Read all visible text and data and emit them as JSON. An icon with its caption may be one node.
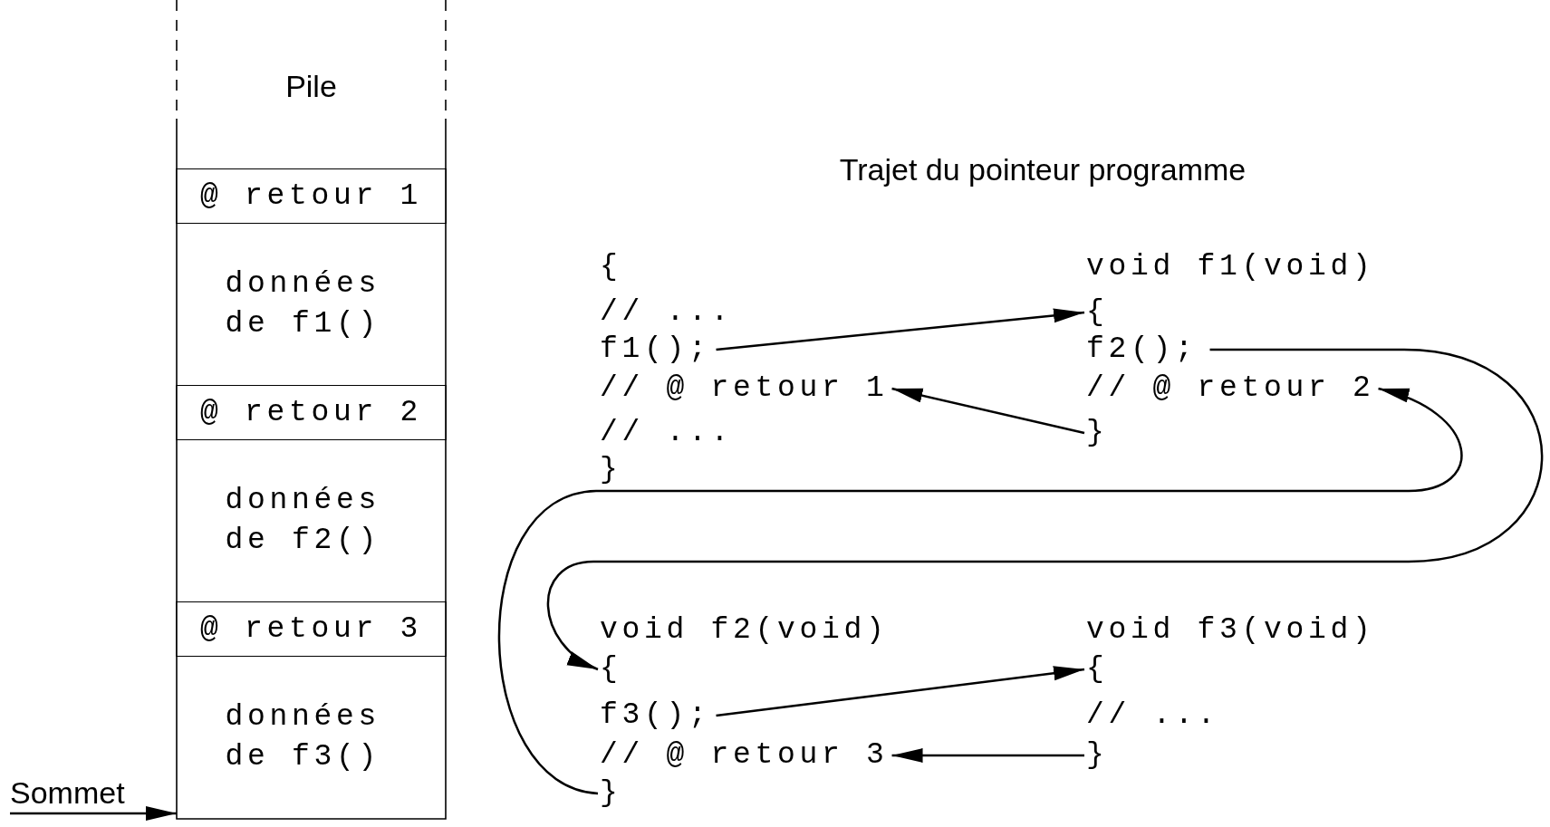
{
  "diagram": {
    "nodes": [
      {
        "text": [
          "Pile"
        ]
      },
      {
        "text": [
          "@ retour 1"
        ],
        "in": 0
      },
      {
        "text": [
          "données de f1()"
        ],
        "in": 0
      },
      {
        "text": [
          "@ retour 2"
        ],
        "in": 0
      },
      {
        "text": [
          "données de f2()"
        ],
        "in": 0
      },
      {
        "text": [
          "@ retour 3"
        ],
        "in": 0
      },
      {
        "text": [
          "données de f3()"
        ],
        "in": 0
      },
      {
        "text": [
          "Sommet"
        ]
      },
      {
        "text": [
          "f1();"
        ]
      },
      {
        "text": [
          "// @ retour 1"
        ]
      },
      {
        "text": [
          "{"
        ]
      },
      {
        "text": [
          "f2();"
        ]
      },
      {
        "text": [
          "// @ retour 2"
        ]
      },
      {
        "text": [
          "}"
        ]
      },
      {
        "text": [
          "{"
        ]
      },
      {
        "text": [
          "f3();"
        ]
      },
      {
        "text": [
          "// @ retour 3"
        ]
      },
      {
        "text": [
          "}"
        ]
      },
      {
        "text": [
          "{"
        ]
      },
      {
        "text": [
          "}"
        ]
      }
    ],
    "edges": [
      {
        "from": 7,
        "to": 0,
        "arrow": "to"
      },
      {
        "from": 8,
        "to": 10,
        "arrow": "to"
      },
      {
        "from": 13,
        "to": 9,
        "arrow": "to"
      },
      {
        "from": 11,
        "to": 14,
        "arrow": "to"
      },
      {
        "from": 17,
        "to": 12,
        "arrow": "to"
      },
      {
        "from": 15,
        "to": 18,
        "arrow": "to"
      },
      {
        "from": 19,
        "to": 16,
        "arrow": "to"
      }
    ],
    "labels": [
      "Trajet du pointeur programme",
      "{",
      "void f1(void)",
      "// ...",
      "// ...",
      "}",
      "void f2(void)",
      "void f3(void)",
      "// ..."
    ]
  }
}
